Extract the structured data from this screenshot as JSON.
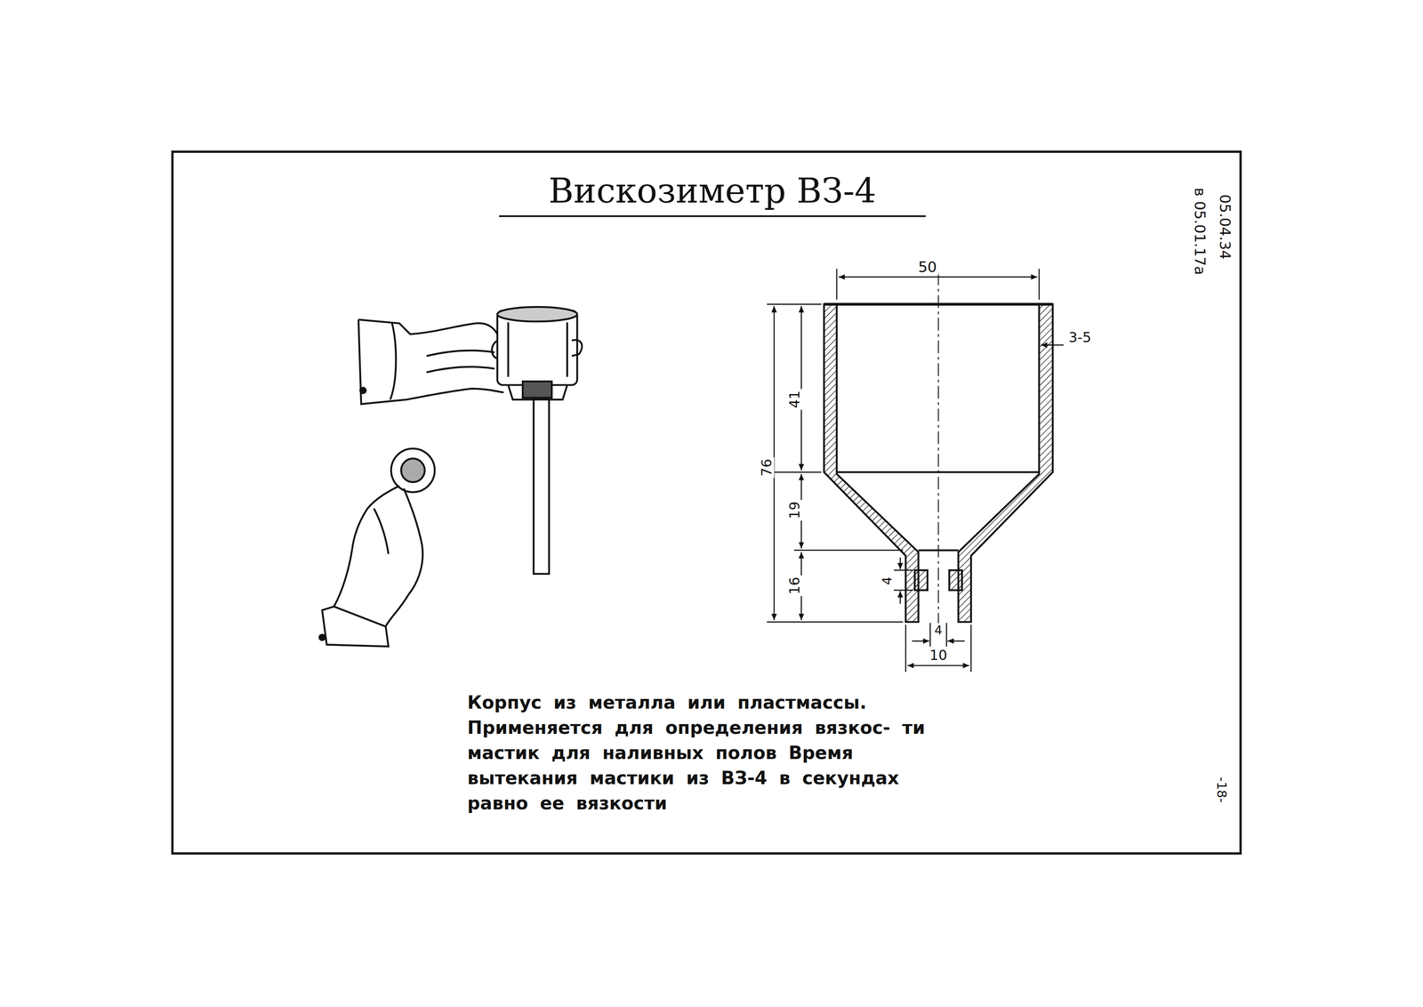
{
  "diagram": {
    "title": "Вискозиметр ВЗ-4",
    "caption": "Корпус из металла или пластмассы. Применяется для определения вязкос- ти мастик для наливных полов Время вытекания мастики из ВЗ-4 в секундах равно ее вязкости",
    "labels": [
      "05.04.34",
      "в 05.01.17а",
      "-18-",
      "50",
      "3-5",
      "41",
      "76",
      "19",
      "16",
      "4",
      "4",
      "10"
    ]
  }
}
